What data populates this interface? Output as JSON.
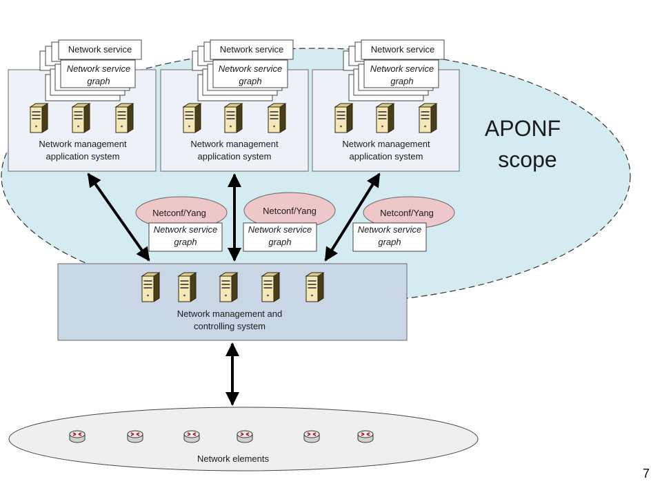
{
  "scope_label": {
    "line1": "APONF",
    "line2": "scope"
  },
  "app_systems": [
    {
      "title_line1": "Network management",
      "title_line2": "application system",
      "service_label": "Network service",
      "graph_line1": "Network service",
      "graph_line2": "graph"
    },
    {
      "title_line1": "Network management",
      "title_line2": "application system",
      "service_label": "Network service",
      "graph_line1": "Network service",
      "graph_line2": "graph"
    },
    {
      "title_line1": "Network management",
      "title_line2": "application system",
      "service_label": "Network service",
      "graph_line1": "Network service",
      "graph_line2": "graph"
    }
  ],
  "interfaces": [
    {
      "protocol": "Netconf/Yang",
      "graph_line1": "Network service",
      "graph_line2": "graph"
    },
    {
      "protocol": "Netconf/Yang",
      "graph_line1": "Network service",
      "graph_line2": "graph"
    },
    {
      "protocol": "Netconf/Yang",
      "graph_line1": "Network service",
      "graph_line2": "graph"
    }
  ],
  "controller": {
    "title_line1": "Network management and",
    "title_line2": "controlling system"
  },
  "network_elements": {
    "label": "Network elements"
  },
  "page_number": "7",
  "colors": {
    "scope_fill": "#d3ebf1",
    "app_box_fill": "#eef2f8",
    "controller_fill": "#c9d6e6",
    "protocol_fill": "#eec8c8",
    "elements_fill": "#efefef"
  },
  "icons": {
    "server": "server-icon",
    "router": "router-icon"
  }
}
